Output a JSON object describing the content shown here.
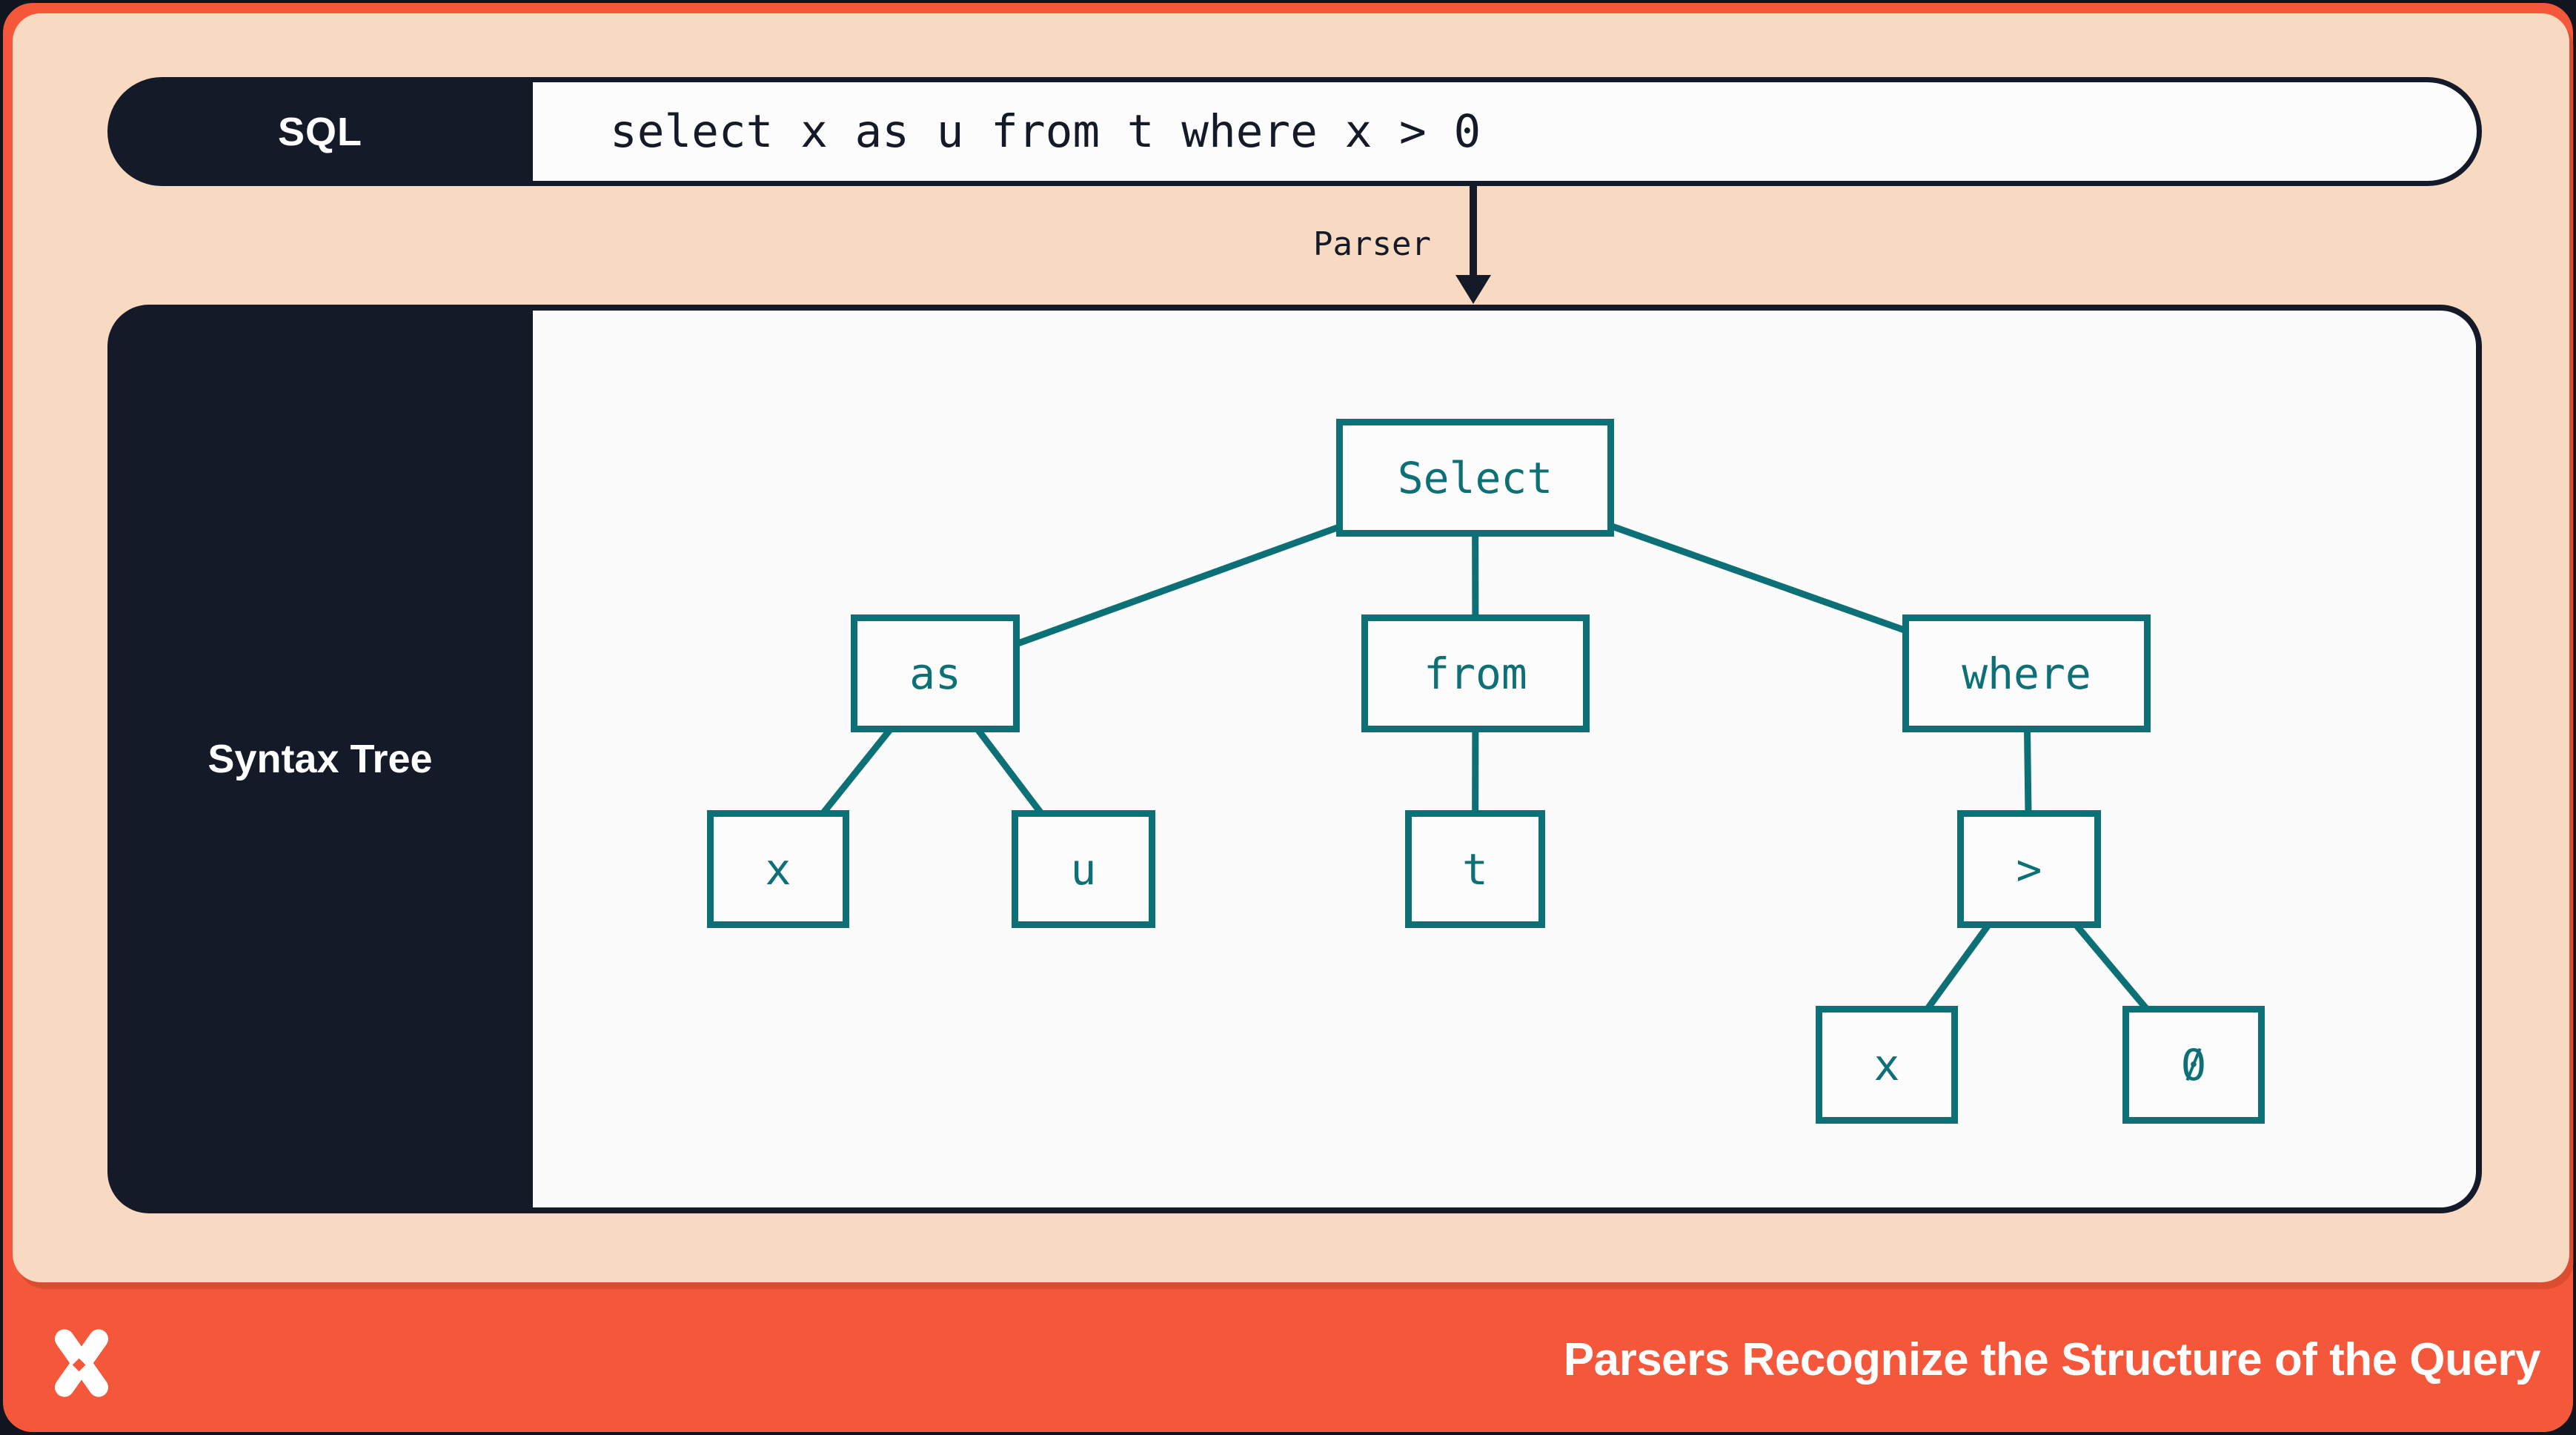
{
  "header": {
    "badge_label": "SQL",
    "query": "select x as u from t where x > 0"
  },
  "parser": {
    "arrow_label": "Parser"
  },
  "syntax_tree": {
    "panel_label": "Syntax Tree",
    "nodes": {
      "select": "Select",
      "as": "as",
      "from": "from",
      "where": "where",
      "x1": "x",
      "u": "u",
      "t": "t",
      "gt": ">",
      "x2": "x",
      "zero": "0"
    },
    "edges": [
      [
        "select",
        "as"
      ],
      [
        "select",
        "from"
      ],
      [
        "select",
        "where"
      ],
      [
        "as",
        "x1"
      ],
      [
        "as",
        "u"
      ],
      [
        "from",
        "t"
      ],
      [
        "where",
        "gt"
      ],
      [
        "gt",
        "x2"
      ],
      [
        "gt",
        "zero"
      ]
    ]
  },
  "footer": {
    "caption": "Parsers Recognize the Structure of the Query",
    "logo": "dlt-x-logo"
  },
  "colors": {
    "navy": "#141a27",
    "peach": "#f8d9c1",
    "coral": "#f4573a",
    "teal": "#0c7076",
    "offwhite": "#fbfbfb"
  }
}
